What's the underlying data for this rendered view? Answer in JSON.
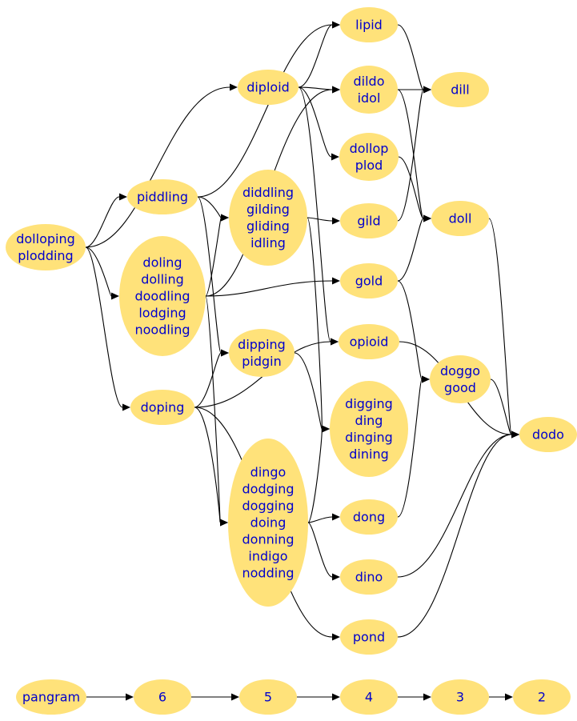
{
  "nodes": [
    {
      "id": "dolloping",
      "lines": [
        "dolloping",
        "plodding"
      ],
      "interactable": false
    },
    {
      "id": "piddling",
      "lines": [
        "piddling"
      ],
      "interactable": false
    },
    {
      "id": "doling",
      "lines": [
        "doling",
        "dolling",
        "doodling",
        "lodging",
        "noodling"
      ],
      "interactable": false
    },
    {
      "id": "doping",
      "lines": [
        "doping"
      ],
      "interactable": false
    },
    {
      "id": "diploid",
      "lines": [
        "diploid"
      ],
      "interactable": false
    },
    {
      "id": "diddling",
      "lines": [
        "diddling",
        "gilding",
        "gliding",
        "idling"
      ],
      "interactable": false
    },
    {
      "id": "dipping",
      "lines": [
        "dipping",
        "pidgin"
      ],
      "interactable": false
    },
    {
      "id": "dingo",
      "lines": [
        "dingo",
        "dodging",
        "dogging",
        "doing",
        "donning",
        "indigo",
        "nodding"
      ],
      "interactable": false
    },
    {
      "id": "lipid",
      "lines": [
        "lipid"
      ],
      "interactable": false
    },
    {
      "id": "dildo",
      "lines": [
        "dildo",
        "idol"
      ],
      "interactable": false
    },
    {
      "id": "dollop",
      "lines": [
        "dollop",
        "plod"
      ],
      "interactable": false
    },
    {
      "id": "gild",
      "lines": [
        "gild"
      ],
      "interactable": false
    },
    {
      "id": "gold",
      "lines": [
        "gold"
      ],
      "interactable": false
    },
    {
      "id": "opioid",
      "lines": [
        "opioid"
      ],
      "interactable": false
    },
    {
      "id": "digging",
      "lines": [
        "digging",
        "ding",
        "dinging",
        "dining"
      ],
      "interactable": false
    },
    {
      "id": "dong",
      "lines": [
        "dong"
      ],
      "interactable": false
    },
    {
      "id": "dino",
      "lines": [
        "dino"
      ],
      "interactable": false
    },
    {
      "id": "pond",
      "lines": [
        "pond"
      ],
      "interactable": false
    },
    {
      "id": "dill",
      "lines": [
        "dill"
      ],
      "interactable": false
    },
    {
      "id": "doll",
      "lines": [
        "doll"
      ],
      "interactable": false
    },
    {
      "id": "doggo",
      "lines": [
        "doggo",
        "good"
      ],
      "interactable": false
    },
    {
      "id": "dodo",
      "lines": [
        "dodo"
      ],
      "interactable": false
    },
    {
      "id": "pangram",
      "lines": [
        "pangram"
      ],
      "interactable": false
    },
    {
      "id": "n6",
      "lines": [
        "6"
      ],
      "interactable": false
    },
    {
      "id": "n5",
      "lines": [
        "5"
      ],
      "interactable": false
    },
    {
      "id": "n4",
      "lines": [
        "4"
      ],
      "interactable": false
    },
    {
      "id": "n3",
      "lines": [
        "3"
      ],
      "interactable": false
    },
    {
      "id": "n2",
      "lines": [
        "2"
      ],
      "interactable": false
    }
  ],
  "edges": [
    {
      "from": "dolloping",
      "to": "piddling"
    },
    {
      "from": "dolloping",
      "to": "doling"
    },
    {
      "from": "dolloping",
      "to": "doping"
    },
    {
      "from": "dolloping",
      "to": "diploid"
    },
    {
      "from": "piddling",
      "to": "lipid"
    },
    {
      "from": "piddling",
      "to": "diddling"
    },
    {
      "from": "piddling",
      "to": "dipping"
    },
    {
      "from": "doling",
      "to": "dildo"
    },
    {
      "from": "doling",
      "to": "diddling"
    },
    {
      "from": "doling",
      "to": "gold"
    },
    {
      "from": "doling",
      "to": "dingo"
    },
    {
      "from": "doping",
      "to": "dipping"
    },
    {
      "from": "doping",
      "to": "opioid"
    },
    {
      "from": "doping",
      "to": "dingo"
    },
    {
      "from": "doping",
      "to": "pond"
    },
    {
      "from": "diploid",
      "to": "lipid"
    },
    {
      "from": "diploid",
      "to": "dildo"
    },
    {
      "from": "diploid",
      "to": "dollop"
    },
    {
      "from": "diploid",
      "to": "opioid"
    },
    {
      "from": "diddling",
      "to": "gild"
    },
    {
      "from": "diddling",
      "to": "digging"
    },
    {
      "from": "dipping",
      "to": "digging"
    },
    {
      "from": "dingo",
      "to": "digging"
    },
    {
      "from": "dingo",
      "to": "dong"
    },
    {
      "from": "dingo",
      "to": "dino"
    },
    {
      "from": "lipid",
      "to": "dill"
    },
    {
      "from": "dildo",
      "to": "dill"
    },
    {
      "from": "dildo",
      "to": "doll"
    },
    {
      "from": "dollop",
      "to": "doll"
    },
    {
      "from": "gild",
      "to": "dill"
    },
    {
      "from": "gold",
      "to": "doll"
    },
    {
      "from": "gold",
      "to": "doggo"
    },
    {
      "from": "opioid",
      "to": "dodo"
    },
    {
      "from": "doll",
      "to": "dodo"
    },
    {
      "from": "doggo",
      "to": "dodo"
    },
    {
      "from": "dong",
      "to": "doggo"
    },
    {
      "from": "dino",
      "to": "dodo"
    },
    {
      "from": "pond",
      "to": "dodo"
    },
    {
      "from": "pangram",
      "to": "n6"
    },
    {
      "from": "n6",
      "to": "n5"
    },
    {
      "from": "n5",
      "to": "n4"
    },
    {
      "from": "n4",
      "to": "n3"
    },
    {
      "from": "n3",
      "to": "n2"
    }
  ],
  "colors": {
    "node_fill": "#ffe27a",
    "node_text": "#0000cc",
    "edge": "#000000"
  }
}
